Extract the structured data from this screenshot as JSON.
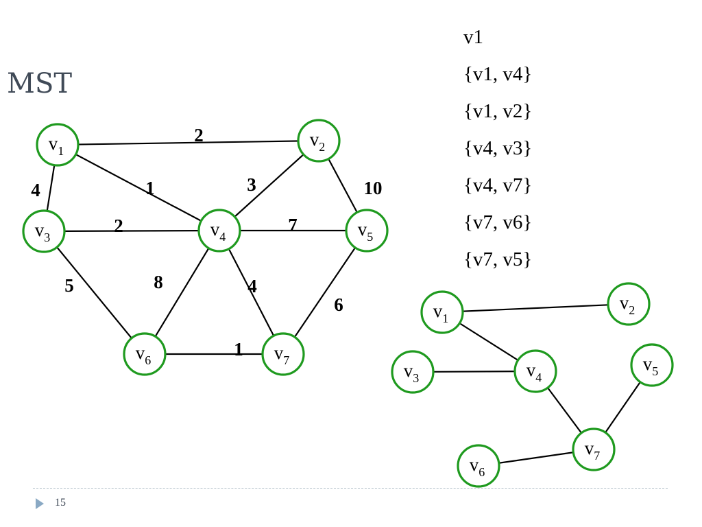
{
  "title": "MST",
  "page_number": "15",
  "colors": {
    "node_stroke": "#1f9a1f",
    "edge": "#000000",
    "title": "#404a57",
    "footer_line": "#b7c3cc",
    "footer_arrow": "#8aa9c4"
  },
  "mst_edge_order": [
    "v1",
    "{v1, v4}",
    "{v1, v2}",
    "{v4, v3}",
    "{v4, v7}",
    "{v7, v6}",
    "{v7, v5}"
  ],
  "input_graph": {
    "nodes": [
      {
        "id": "v1",
        "base": "v",
        "sub": "1"
      },
      {
        "id": "v2",
        "base": "v",
        "sub": "2"
      },
      {
        "id": "v3",
        "base": "v",
        "sub": "3"
      },
      {
        "id": "v4",
        "base": "v",
        "sub": "4"
      },
      {
        "id": "v5",
        "base": "v",
        "sub": "5"
      },
      {
        "id": "v6",
        "base": "v",
        "sub": "6"
      },
      {
        "id": "v7",
        "base": "v",
        "sub": "7"
      }
    ],
    "edges": [
      {
        "from": "v1",
        "to": "v2",
        "weight": "2"
      },
      {
        "from": "v1",
        "to": "v4",
        "weight": "1"
      },
      {
        "from": "v1",
        "to": "v3",
        "weight": "4"
      },
      {
        "from": "v2",
        "to": "v4",
        "weight": "3"
      },
      {
        "from": "v2",
        "to": "v5",
        "weight": "10"
      },
      {
        "from": "v3",
        "to": "v4",
        "weight": "2"
      },
      {
        "from": "v4",
        "to": "v5",
        "weight": "7"
      },
      {
        "from": "v3",
        "to": "v6",
        "weight": "5"
      },
      {
        "from": "v4",
        "to": "v6",
        "weight": "8"
      },
      {
        "from": "v4",
        "to": "v7",
        "weight": "4"
      },
      {
        "from": "v5",
        "to": "v7",
        "weight": "6"
      },
      {
        "from": "v6",
        "to": "v7",
        "weight": "1"
      }
    ]
  },
  "spanning_tree": {
    "nodes": [
      {
        "id": "v1",
        "base": "v",
        "sub": "1"
      },
      {
        "id": "v2",
        "base": "v",
        "sub": "2"
      },
      {
        "id": "v3",
        "base": "v",
        "sub": "3"
      },
      {
        "id": "v4",
        "base": "v",
        "sub": "4"
      },
      {
        "id": "v5",
        "base": "v",
        "sub": "5"
      },
      {
        "id": "v6",
        "base": "v",
        "sub": "6"
      },
      {
        "id": "v7",
        "base": "v",
        "sub": "7"
      }
    ],
    "edges": [
      {
        "from": "v1",
        "to": "v2"
      },
      {
        "from": "v1",
        "to": "v4"
      },
      {
        "from": "v3",
        "to": "v4"
      },
      {
        "from": "v4",
        "to": "v7"
      },
      {
        "from": "v5",
        "to": "v7"
      },
      {
        "from": "v6",
        "to": "v7"
      }
    ]
  }
}
